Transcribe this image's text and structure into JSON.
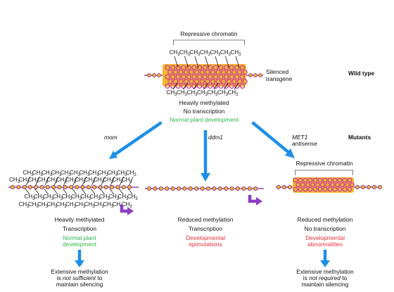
{
  "wild_type": {
    "top_label": "Repressive chromatin",
    "side_label_1": "Silenced",
    "side_label_2": "transgene",
    "row_label": "Wild type",
    "status_1": "Heavily methylated",
    "status_2": "No transcription",
    "status_3": "Normal plant development"
  },
  "methyl_group": {
    "text": "CH",
    "subscript": "3"
  },
  "mutants_label": "Mutants",
  "branches": {
    "mom": {
      "label": "mom",
      "status_1": "Heavily methylated",
      "status_2": "Transcription",
      "outcome_1": "Normal plant",
      "outcome_2": "development",
      "conclusion_1": "Extensive methylation",
      "conclusion_2_pre": "is ",
      "conclusion_2_em": "not sufficient",
      "conclusion_2_post": " to",
      "conclusion_3": "maintain silencing"
    },
    "ddm1": {
      "label": "ddm1",
      "status_1": "Reduced methylation",
      "status_2": "Transcription",
      "outcome_1": "Developmental",
      "outcome_2": "epimutations"
    },
    "met1": {
      "label_1": "MET1",
      "label_2": "antisense",
      "top_label": "Repressive chromatin",
      "status_1": "Reduced methylation",
      "status_2": "No transcription",
      "outcome_1": "Developmental",
      "outcome_2": "abnormalities",
      "conclusion_1": "Extensive methylation",
      "conclusion_2_pre": "is ",
      "conclusion_2_em": "not required",
      "conclusion_2_post": " to",
      "conclusion_3": "maintain silencing"
    }
  },
  "colors": {
    "dna_line": "#7a2a8c",
    "dna_bead": "#f5b82e",
    "nucleosome_ring": "#cc3f9a",
    "arrow_blue": "#1f8fe6",
    "transcription_arrow": "#8a3fc2",
    "green_text": "#2fb54a",
    "red_text": "#e8313a"
  }
}
